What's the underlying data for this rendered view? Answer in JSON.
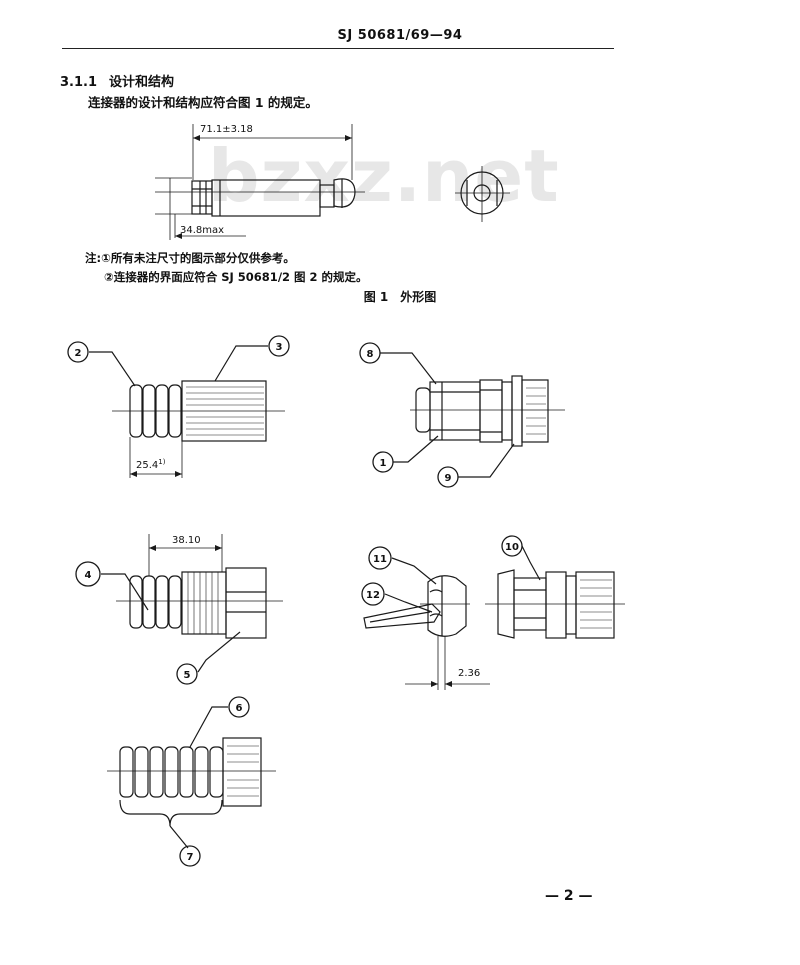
{
  "header": {
    "standard_no": "SJ 50681/69—94"
  },
  "section": {
    "number": "3.1.1",
    "title": "设计和结构"
  },
  "paragraph": "连接器的设计和结构应符合图 1 的规定。",
  "outline": {
    "dim_overall": "71.1±3.18",
    "dim_max": "34.8max"
  },
  "watermark": "bzxz.net",
  "notes": [
    "注:①所有未注尺寸的图示部分仅供参考。",
    "②连接器的界面应符合 SJ 50681/2 图 2 的规定。"
  ],
  "figure_caption": {
    "number": "图 1",
    "title": "外形图"
  },
  "details": {
    "dim_a": "25.4",
    "dim_a_sup": "1)",
    "dim_b": "38.10",
    "dim_c": "2.36"
  },
  "callouts": [
    "1",
    "2",
    "3",
    "4",
    "5",
    "6",
    "7",
    "8",
    "9",
    "10",
    "11",
    "12"
  ],
  "page_number": "— 2 —"
}
